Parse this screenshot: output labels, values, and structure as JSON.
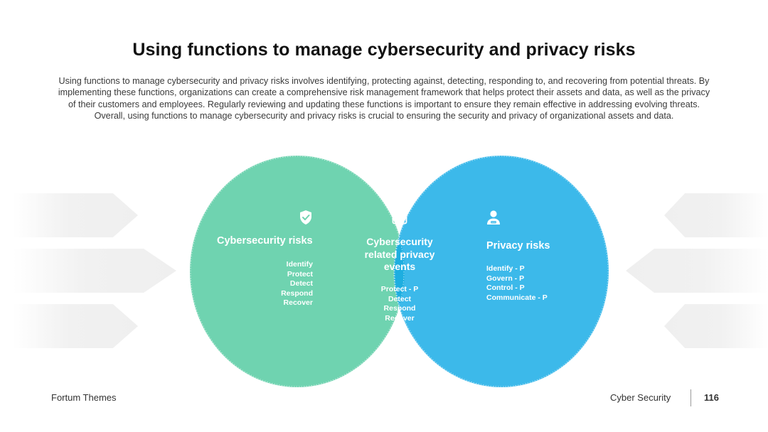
{
  "slide": {
    "title": "Using functions to manage cybersecurity and privacy risks",
    "description": "Using functions to manage cybersecurity and privacy risks involves identifying, protecting against, detecting, responding to, and recovering from potential threats. By implementing these functions, organizations can create a comprehensive risk management framework that helps protect their assets and data, as well as the privacy of their customers and employees. Regularly reviewing and updating these functions is important to ensure they remain effective in addressing evolving threats. Overall, using functions to manage cybersecurity and privacy risks is crucial to ensuring the security and privacy of organizational assets and data."
  },
  "venn": {
    "left": {
      "title": "Cybersecurity risks",
      "icon": "shield-check-icon",
      "color": "#6fd3b0",
      "items": [
        "Identify",
        "Protect",
        "Detect",
        "Respond",
        "Recover"
      ]
    },
    "center": {
      "title_lines": [
        "Cybersecurity",
        "related privacy",
        "events"
      ],
      "icon": "browser-alert-icon",
      "color": "#1eaee0",
      "items": [
        "Protect - P",
        "Detect",
        "Respond",
        "Recover"
      ]
    },
    "right": {
      "title": "Privacy risks",
      "icon": "user-privacy-icon",
      "color": "#3cb9ea",
      "items": [
        "Identify - P",
        "Govern - P",
        "Control - P",
        "Communicate - P"
      ]
    }
  },
  "footer": {
    "brand": "Fortum Themes",
    "section": "Cyber Security",
    "page": "116"
  }
}
